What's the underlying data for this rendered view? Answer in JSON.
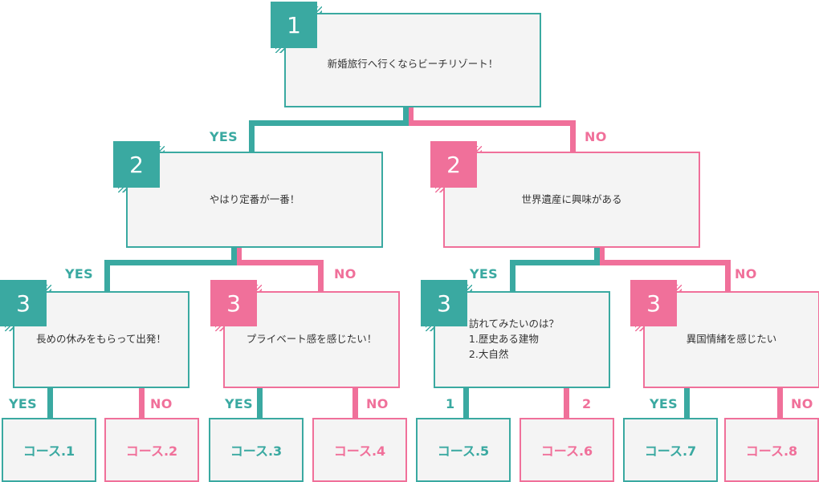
{
  "colors": {
    "teal": "#3aa9a1",
    "pink": "#f0709a",
    "box_bg": "#f4f4f4"
  },
  "q1": {
    "number": "1",
    "text": "新婚旅行へ行くならビーチリゾート！"
  },
  "q2_yes": {
    "number": "2",
    "text": "やはり定番が一番！"
  },
  "q2_no": {
    "number": "2",
    "text": "世界遺産に興味がある"
  },
  "q3_a": {
    "number": "3",
    "text": "長めの休みをもらって出発！"
  },
  "q3_b": {
    "number": "3",
    "text": "プライベート感を感じたい！"
  },
  "q3_c": {
    "number": "3",
    "lines": [
      "訪れてみたいのは？",
      "1.歴史ある建物",
      "2.大自然"
    ]
  },
  "q3_d": {
    "number": "3",
    "text": "異国情緒を感じたい"
  },
  "labels": {
    "q1_yes": "YES",
    "q1_no": "NO",
    "q2y_yes": "YES",
    "q2y_no": "NO",
    "q2n_yes": "YES",
    "q2n_no": "NO",
    "q3a_yes": "YES",
    "q3a_no": "NO",
    "q3b_yes": "YES",
    "q3b_no": "NO",
    "q3c_1": "1",
    "q3c_2": "2",
    "q3d_yes": "YES",
    "q3d_no": "NO"
  },
  "courses": [
    "コース.1",
    "コース.2",
    "コース.3",
    "コース.4",
    "コース.5",
    "コース.6",
    "コース.7",
    "コース.8"
  ]
}
